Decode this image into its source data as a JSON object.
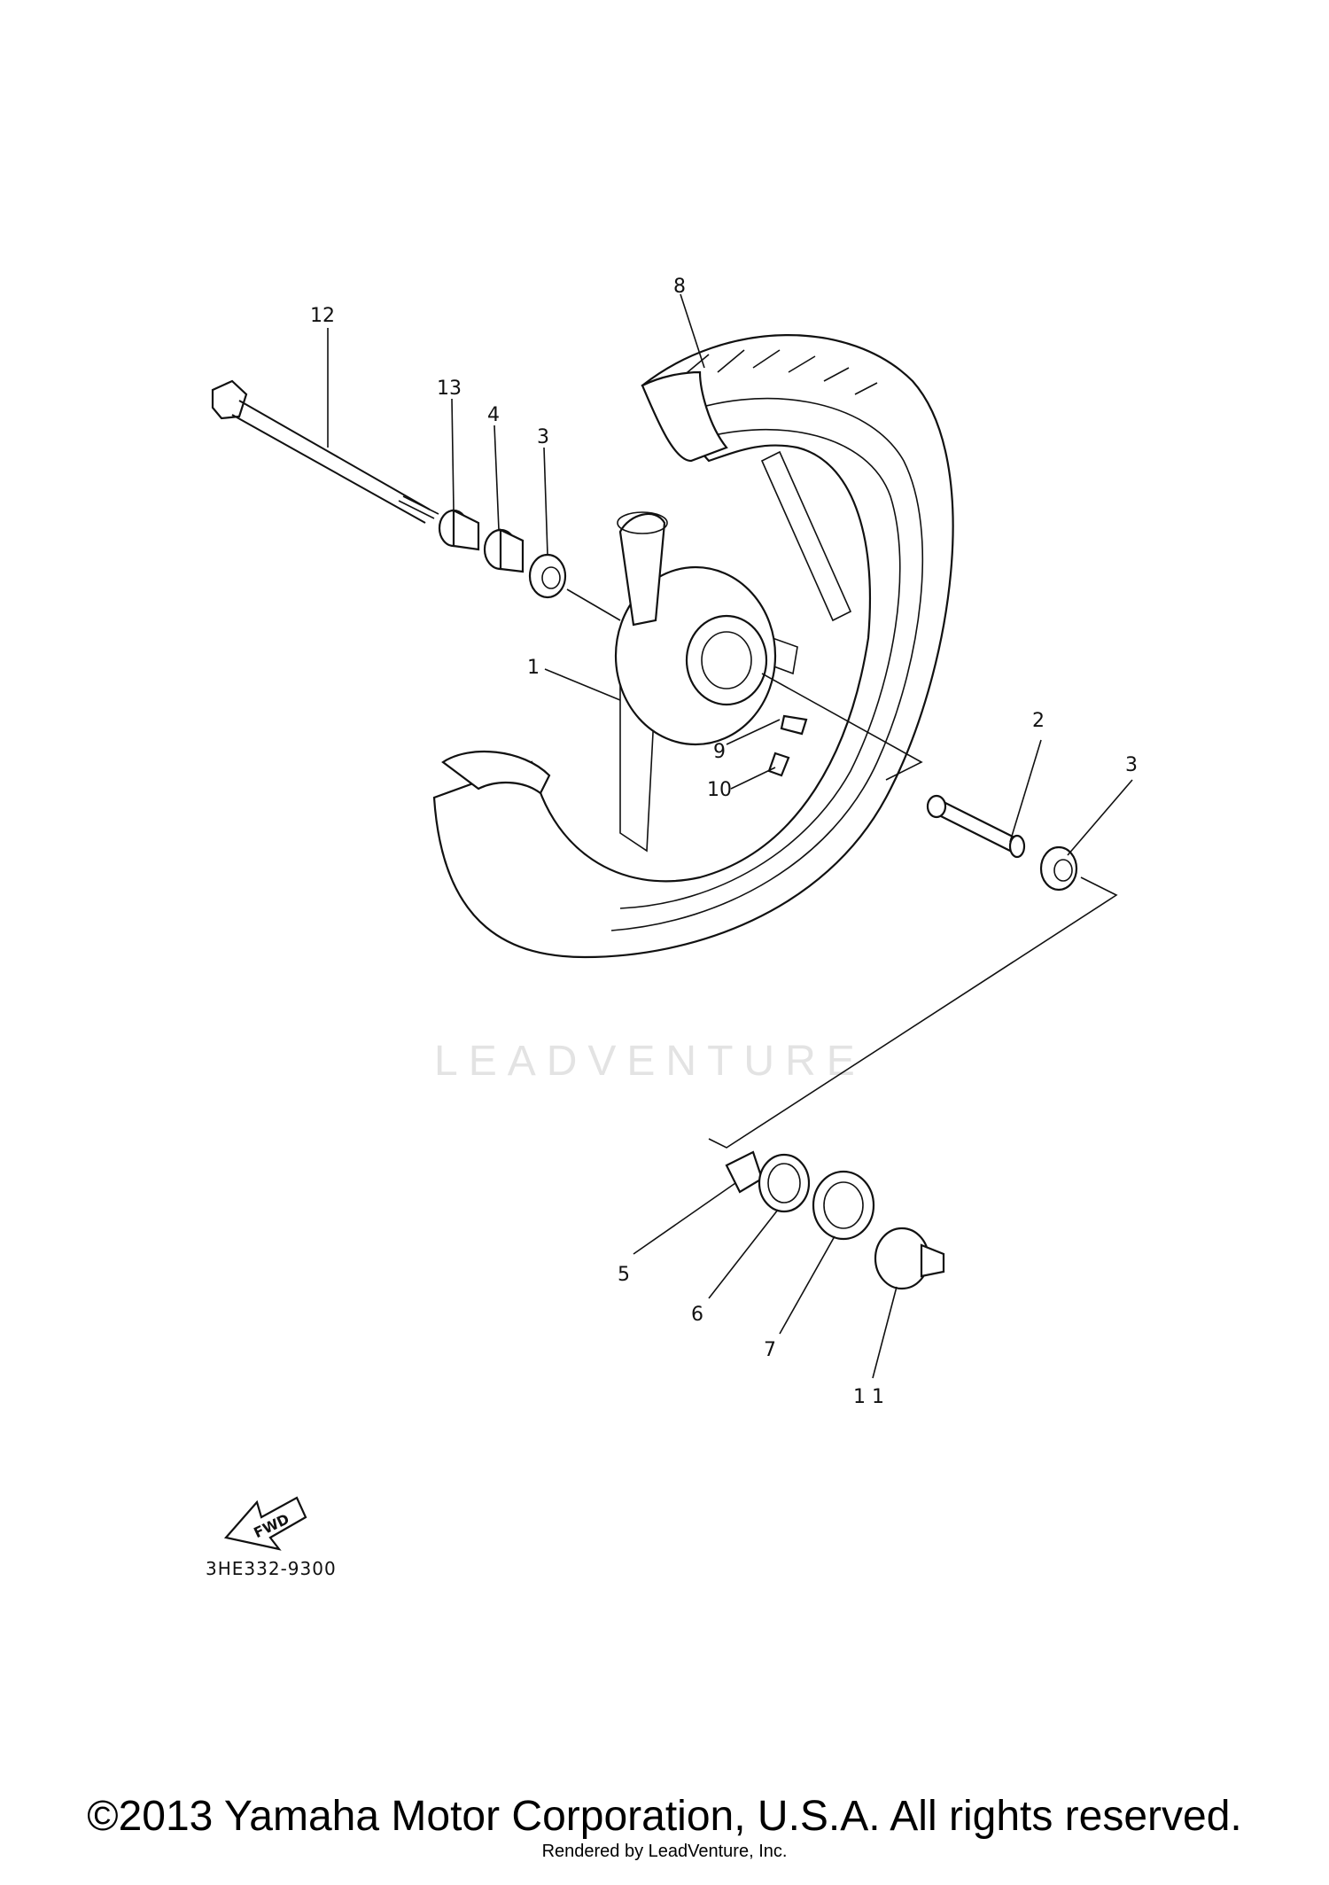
{
  "diagram": {
    "part_code": "3HE332-9300",
    "watermark": "LEADVENTURE",
    "fwd_label": "FWD",
    "callouts": [
      {
        "id": "c1",
        "label": "1"
      },
      {
        "id": "c2",
        "label": "2"
      },
      {
        "id": "c3a",
        "label": "3"
      },
      {
        "id": "c3b",
        "label": "3"
      },
      {
        "id": "c4",
        "label": "4"
      },
      {
        "id": "c5",
        "label": "5"
      },
      {
        "id": "c6",
        "label": "6"
      },
      {
        "id": "c7",
        "label": "7"
      },
      {
        "id": "c8",
        "label": "8"
      },
      {
        "id": "c9",
        "label": "9"
      },
      {
        "id": "c10",
        "label": "10"
      },
      {
        "id": "c11",
        "label": "1 1"
      },
      {
        "id": "c12",
        "label": "12"
      },
      {
        "id": "c13",
        "label": "13"
      }
    ]
  },
  "footer": {
    "copyright": "©2013 Yamaha Motor Corporation, U.S.A. All rights reserved.",
    "rendered_by": "Rendered by LeadVenture, Inc."
  }
}
